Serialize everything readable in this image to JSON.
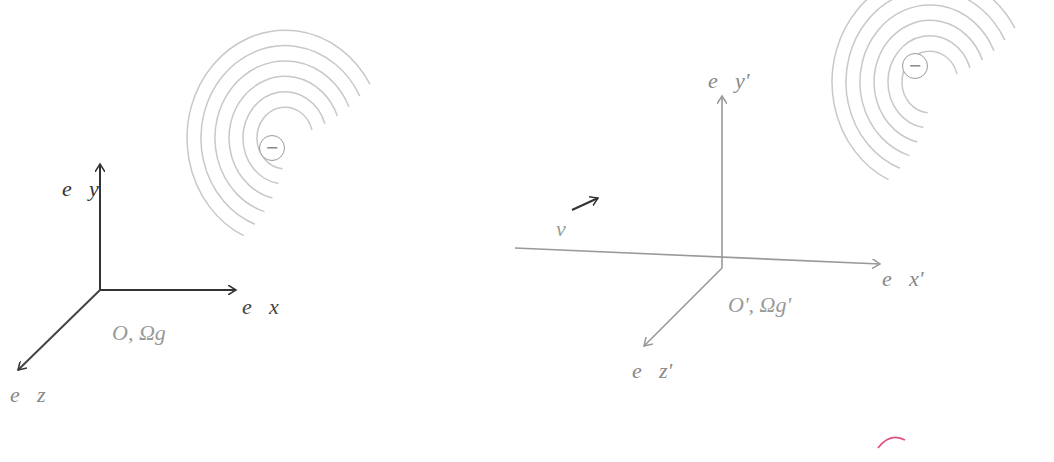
{
  "diagram": {
    "nodes": [
      {
        "text": [
          "−"
        ]
      },
      {
        "text": [
          "−"
        ]
      }
    ],
    "labels": [
      "e⃗y",
      "e⃗x",
      "e⃗z",
      "O, Ωg",
      "v⃗",
      "e⃗y'",
      "e⃗x'",
      "e⃗z'",
      "O', Ωg'"
    ]
  }
}
